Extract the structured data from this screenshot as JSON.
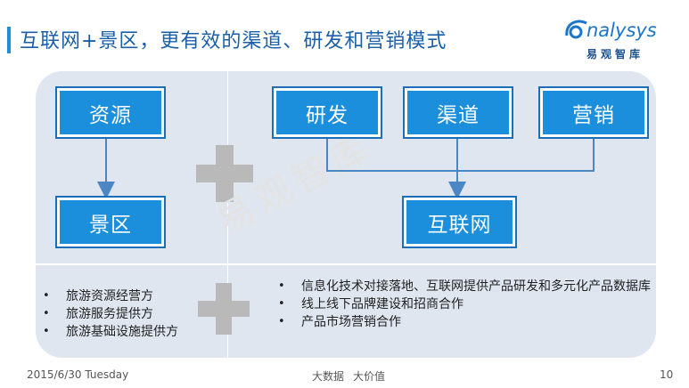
{
  "header": {
    "title": "互联网+景区，更有效的渠道、研发和营销模式"
  },
  "logo": {
    "wordmark": "nalysys",
    "cn_name": "易观智库"
  },
  "watermark": "易观智库",
  "diagram": {
    "left": {
      "top_box": "资源",
      "bottom_box": "景区"
    },
    "right": {
      "top_boxes": [
        "研发",
        "渠道",
        "营销"
      ],
      "bottom_box": "互联网"
    }
  },
  "bullets": {
    "left": [
      "旅游资源经营方",
      "旅游服务提供方",
      "旅游基础设施提供方"
    ],
    "right": [
      "信息化技术对接落地、互联网提供产品研发和多元化产品数据库",
      "线上线下品牌建设和招商合作",
      "产品市场营销合作"
    ]
  },
  "footer": {
    "date": "2015/6/30 Tuesday",
    "center_a": "大数据",
    "center_b": "大价值",
    "page": "10"
  },
  "colors": {
    "accent": "#1f8fd6",
    "box_fill": "#1b8fdc",
    "panel": "#dfe6f0",
    "connector": "#4a87c4",
    "plus": "#b9b9b9"
  }
}
